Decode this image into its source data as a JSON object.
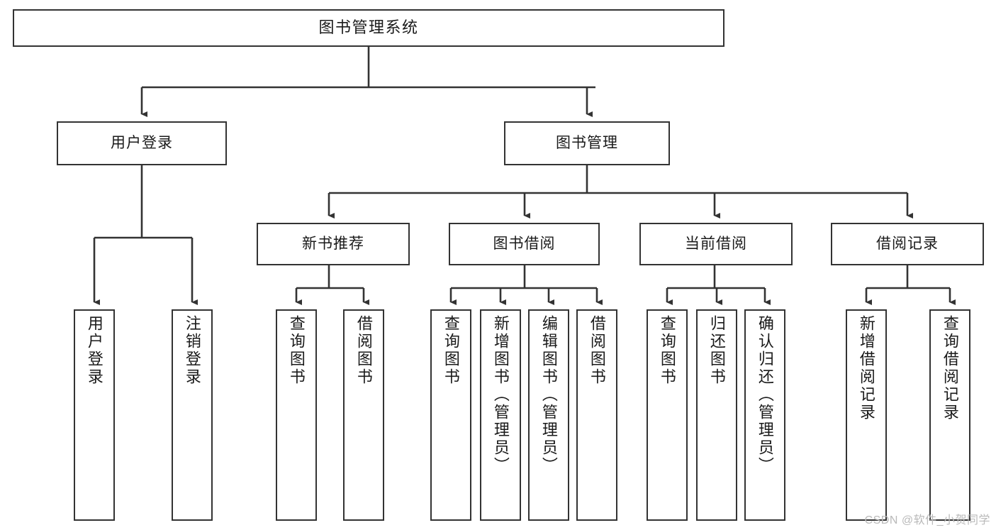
{
  "diagram": {
    "type": "tree",
    "title_node": {
      "label": "图书管理系统"
    },
    "level2": [
      {
        "id": "user-login",
        "label": "用户登录"
      },
      {
        "id": "book-manage",
        "label": "图书管理"
      }
    ],
    "level3": [
      {
        "id": "new-book-rec",
        "label": "新书推荐"
      },
      {
        "id": "book-borrow",
        "label": "图书借阅"
      },
      {
        "id": "current-borrow",
        "label": "当前借阅"
      },
      {
        "id": "borrow-record",
        "label": "借阅记录"
      }
    ],
    "leaves": {
      "user-login": [
        {
          "id": "leaf-user-login",
          "label": "用户登录"
        },
        {
          "id": "leaf-logout",
          "label": "注销登录"
        }
      ],
      "new-book-rec": [
        {
          "id": "leaf-query-book-1",
          "label": "查询图书"
        },
        {
          "id": "leaf-borrow-book-1",
          "label": "借阅图书"
        }
      ],
      "book-borrow": [
        {
          "id": "leaf-query-book-2",
          "label": "查询图书"
        },
        {
          "id": "leaf-add-book",
          "label": "新增图书（管理员）"
        },
        {
          "id": "leaf-edit-book",
          "label": "编辑图书（管理员）"
        },
        {
          "id": "leaf-borrow-book-2",
          "label": "借阅图书"
        }
      ],
      "current-borrow": [
        {
          "id": "leaf-query-book-3",
          "label": "查询图书"
        },
        {
          "id": "leaf-return-book",
          "label": "归还图书"
        },
        {
          "id": "leaf-confirm-return",
          "label": "确认归还（管理员）"
        }
      ],
      "borrow-record": [
        {
          "id": "leaf-add-record",
          "label": "新增借阅记录"
        },
        {
          "id": "leaf-query-record",
          "label": "查询借阅记录"
        }
      ]
    },
    "colors": {
      "box_border": "#333333",
      "box_fill": "#ffffff",
      "connector": "#333333",
      "text": "#1a1a1a",
      "background": "#ffffff",
      "watermark": "#b9b9b9"
    }
  },
  "watermark": {
    "text": "CSDN @软件_小贺同学"
  }
}
